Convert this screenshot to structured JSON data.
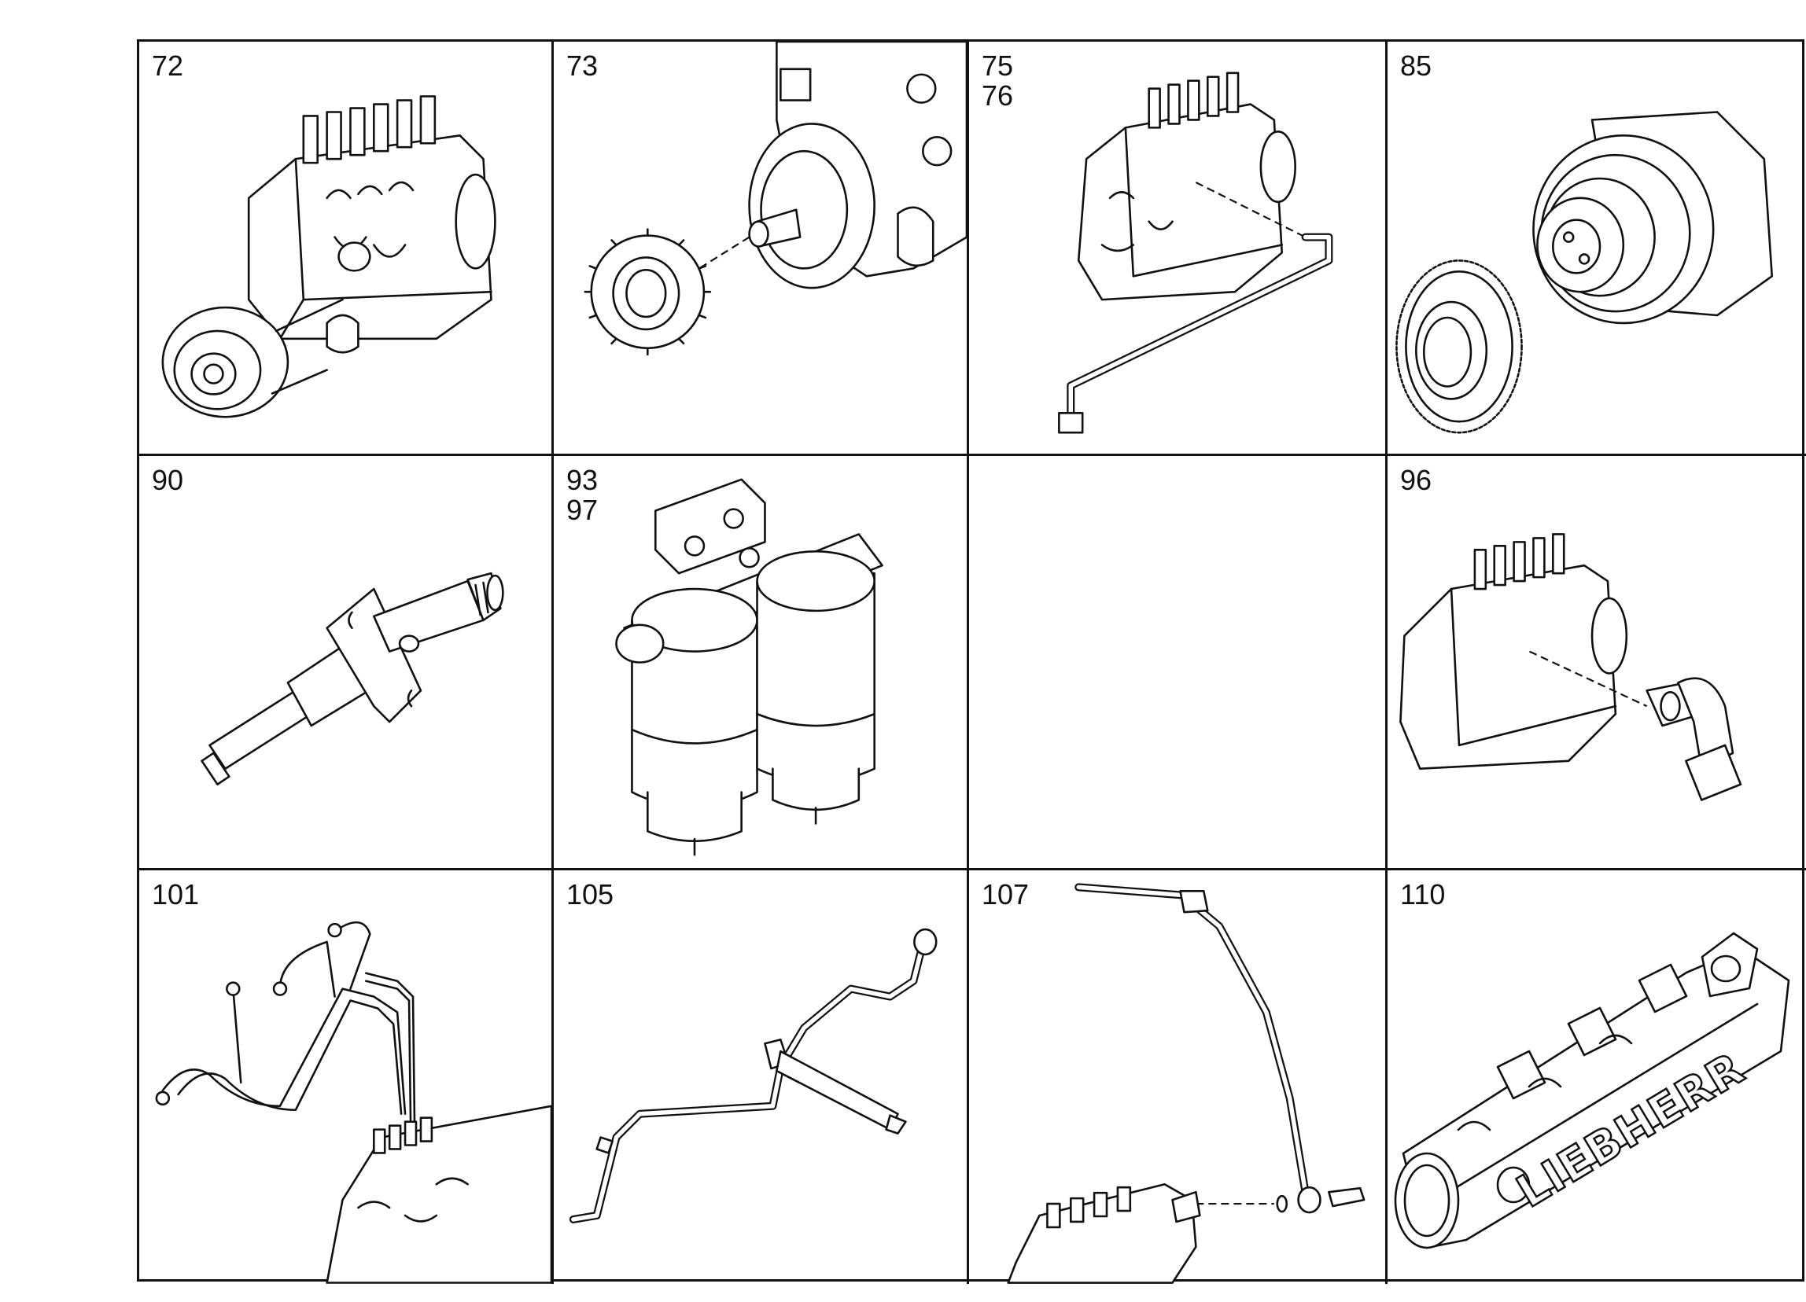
{
  "cells": [
    {
      "labels": [
        "72"
      ],
      "part": "injection-pump"
    },
    {
      "labels": [
        "73"
      ],
      "part": "pump-drive-gear"
    },
    {
      "labels": [
        "75",
        "76"
      ],
      "part": "pump-with-fuel-line"
    },
    {
      "labels": [
        "85"
      ],
      "part": "drive-gear-and-coupling"
    },
    {
      "labels": [
        "90"
      ],
      "part": "injector-nozzle"
    },
    {
      "labels": [
        "93",
        "97"
      ],
      "part": "double-fuel-filter"
    },
    {
      "labels": [],
      "part": "empty"
    },
    {
      "labels": [
        "96"
      ],
      "part": "pump-with-elbow-fitting"
    },
    {
      "labels": [
        "101"
      ],
      "part": "injection-lines"
    },
    {
      "labels": [
        "105"
      ],
      "part": "leak-off-line-with-injector"
    },
    {
      "labels": [
        "107"
      ],
      "part": "return-line"
    },
    {
      "labels": [
        "110"
      ],
      "part": "intake-manifold"
    }
  ],
  "manifold_logo": "LIEBHERR"
}
